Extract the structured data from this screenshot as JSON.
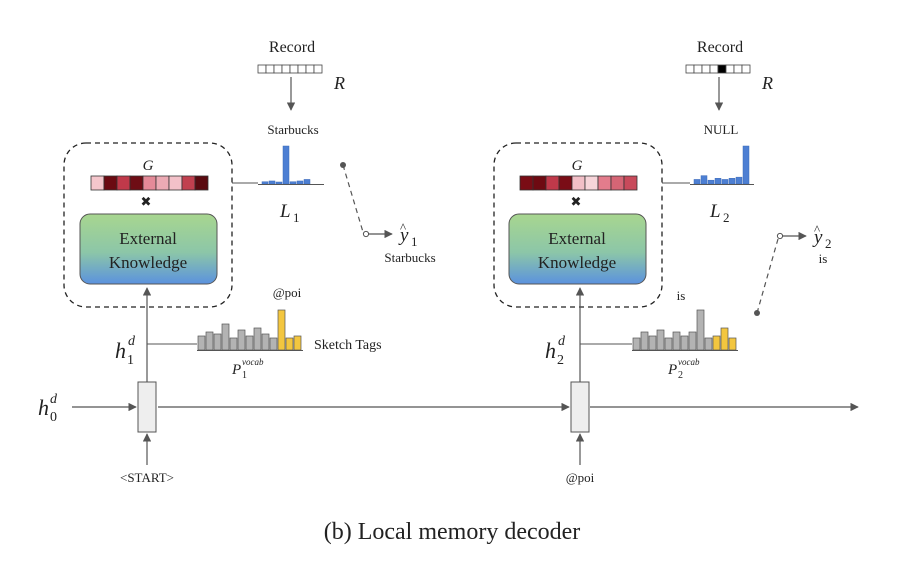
{
  "caption": "(b) Local memory decoder",
  "colors": {
    "line": "#555555",
    "cell_border": "#333333",
    "gray_bar": "#b3b3b3",
    "yellow_bar": "#f3c63f",
    "blue_bar": "#4d7fd3",
    "kb_top": "#a8d68f",
    "kb_bottom": "#5b92de"
  },
  "steps": [
    {
      "record_label": "Record",
      "record_symbol": "R",
      "record_highlight_index": -1,
      "pointer_word": "Starbucks",
      "global_label": "G",
      "global_cells": [
        "#f5c6cc",
        "#6b0a12",
        "#c0394a",
        "#6e0d15",
        "#e48a98",
        "#ecaab4",
        "#f3c1c9",
        "#c1404f",
        "#5a0a10"
      ],
      "local_label_base": "L",
      "local_label_sub": "1",
      "local_bars": [
        0.06,
        0.08,
        0.04,
        1.0,
        0.06,
        0.08,
        0.12
      ],
      "kb_line1": "External",
      "kb_line2": "Knowledge",
      "hidden_base": "h",
      "hidden_sup": "d",
      "hidden_sub": "1",
      "vocab_base": "P",
      "vocab_sub": "1",
      "vocab_sup": "vocab",
      "vocab_bars": [
        0.35,
        0.45,
        0.4,
        0.65,
        0.3,
        0.5,
        0.35,
        0.55,
        0.4,
        0.3,
        1.0,
        0.3,
        0.35
      ],
      "vocab_highlight": [
        10,
        11,
        12
      ],
      "vocab_top_label": "@poi",
      "sketch_tags": "Sketch Tags",
      "output_base": "y",
      "output_sub": "1",
      "output_word": "Starbucks",
      "input_token": "<START>"
    },
    {
      "record_label": "Record",
      "record_symbol": "R",
      "record_highlight_index": 4,
      "pointer_word": "NULL",
      "global_label": "G",
      "global_cells": [
        "#7a0c15",
        "#6e0a12",
        "#c0394a",
        "#7a0d16",
        "#f2bfc7",
        "#f7d5da",
        "#e37c8c",
        "#d56575",
        "#c84a5b"
      ],
      "local_label_base": "L",
      "local_label_sub": "2",
      "local_bars": [
        0.12,
        0.22,
        0.1,
        0.15,
        0.12,
        0.15,
        0.18,
        1.0
      ],
      "kb_line1": "External",
      "kb_line2": "Knowledge",
      "hidden_base": "h",
      "hidden_sup": "d",
      "hidden_sub": "2",
      "vocab_base": "P",
      "vocab_sub": "2",
      "vocab_sup": "vocab",
      "vocab_bars": [
        0.3,
        0.45,
        0.35,
        0.5,
        0.3,
        0.45,
        0.35,
        0.45,
        1.0,
        0.3,
        0.35,
        0.55,
        0.3
      ],
      "vocab_highlight": [
        10,
        11,
        12
      ],
      "vocab_top_label": "is",
      "sketch_tags": "",
      "output_base": "y",
      "output_sub": "2",
      "output_word": "is",
      "input_token": "@poi"
    }
  ],
  "initial_hidden_base": "h",
  "initial_hidden_sup": "d",
  "initial_hidden_sub": "0"
}
